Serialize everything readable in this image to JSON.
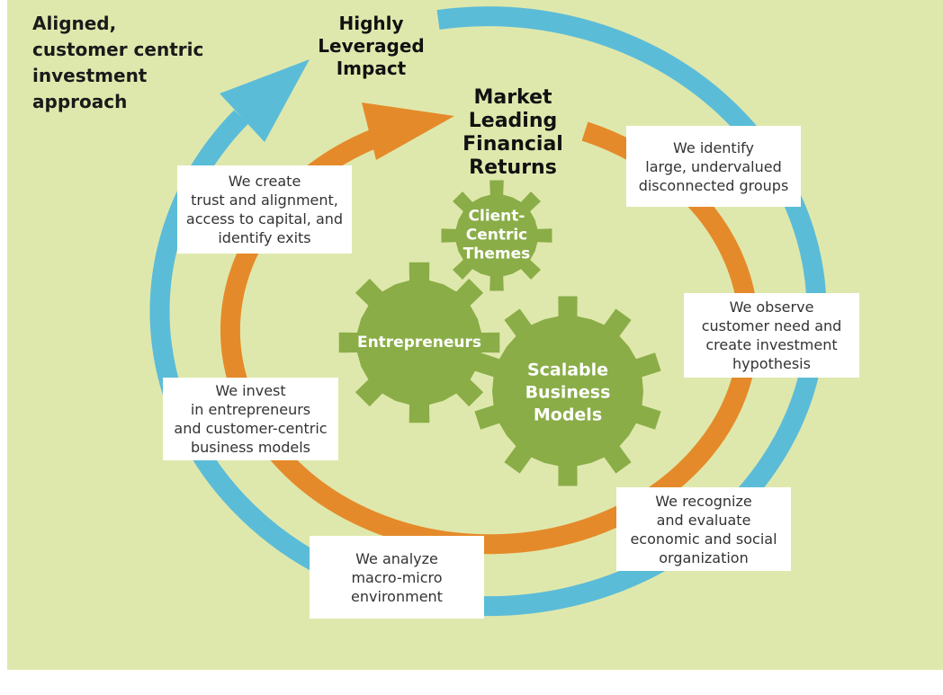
{
  "colors": {
    "background": "#dfe8ac",
    "outer_ring": "#5bbcd8",
    "inner_ring": "#e58a2a",
    "gear": "#8aad47",
    "box": "#ffffff"
  },
  "caption": [
    "Aligned,",
    "customer centric",
    "investment",
    "approach"
  ],
  "outer_label": [
    "Highly",
    "Leveraged",
    "Impact"
  ],
  "inner_label": [
    "Market",
    "Leading",
    "Financial",
    "Returns"
  ],
  "steps": [
    {
      "lines": [
        "We identify",
        "large, undervalued",
        "disconnected groups"
      ]
    },
    {
      "lines": [
        "We observe",
        "customer need and",
        "create investment",
        "hypothesis"
      ]
    },
    {
      "lines": [
        "We recognize",
        "and evaluate",
        "economic and social",
        "organization"
      ]
    },
    {
      "lines": [
        "We analyze",
        "macro-micro",
        "environment"
      ]
    },
    {
      "lines": [
        "We invest",
        "in entrepreneurs",
        "and customer-centric",
        "business models"
      ]
    },
    {
      "lines": [
        "We create",
        "trust and alignment,",
        "access to capital, and",
        "identify exits"
      ]
    }
  ],
  "gears": [
    {
      "name": "client-centric-themes",
      "lines": [
        "Client-",
        "Centric",
        "Themes"
      ]
    },
    {
      "name": "entrepreneurs",
      "lines": [
        "Entrepreneurs"
      ]
    },
    {
      "name": "scalable-business-models",
      "lines": [
        "Scalable",
        "Business",
        "Models"
      ]
    }
  ]
}
